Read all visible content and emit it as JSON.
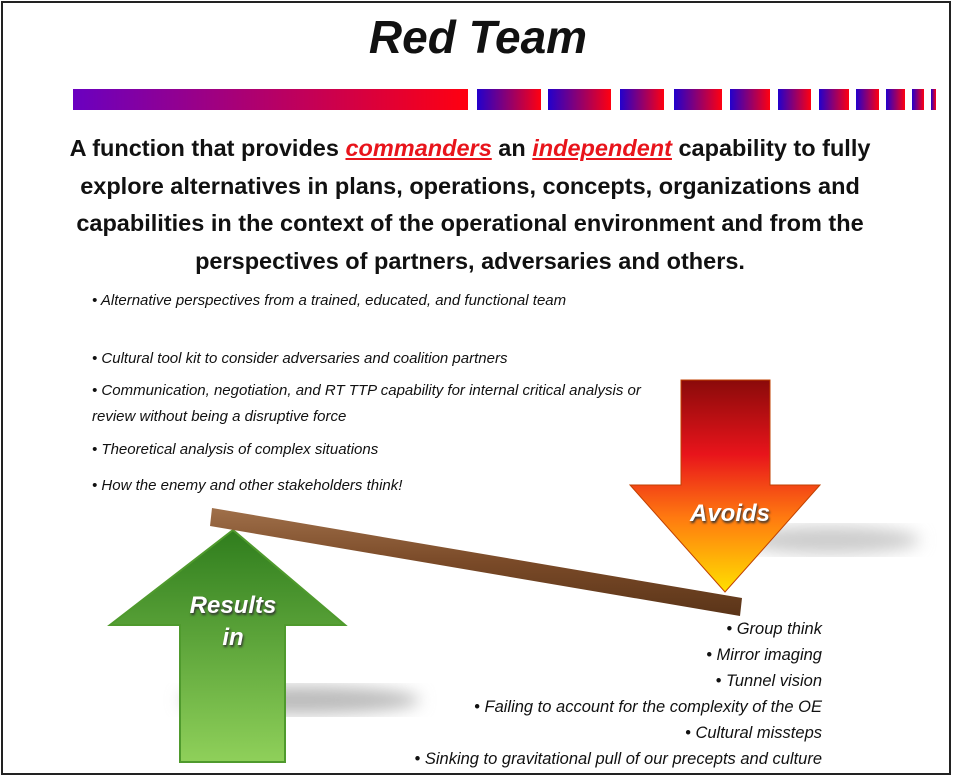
{
  "title": "Red Team",
  "intro": {
    "part1": "A function that provides ",
    "highlight1": "commanders",
    "part2": " an ",
    "highlight2": "independent",
    "part3": " capability to fully explore alternatives in plans, operations, concepts, organizations and capabilities in the context of the operational environment and from the perspectives of partners, adversaries and others."
  },
  "capabilities": [
    "• Alternative perspectives from a trained, educated, and functional team",
    "• Cultural tool kit to consider adversaries and coalition partners",
    "• Communication, negotiation, and RT TTP capability for internal critical analysis or review without being a disruptive force",
    "• Theoretical analysis of complex situations",
    "• How the enemy and other stakeholders think!"
  ],
  "arrows": {
    "results_line1": "Results",
    "results_line2": "in",
    "avoids": "Avoids"
  },
  "avoids_list": [
    "• Group think",
    "• Mirror imaging",
    "• Tunnel vision",
    "• Failing to account for the complexity of the OE",
    "• Cultural missteps",
    "• Sinking to gravitational pull of our precepts and culture"
  ],
  "colors": {
    "accent_red": "#e8141b",
    "bar_blue": "#2200cc",
    "bar_purple": "#6a00c0",
    "bar_red": "#ff0010"
  }
}
